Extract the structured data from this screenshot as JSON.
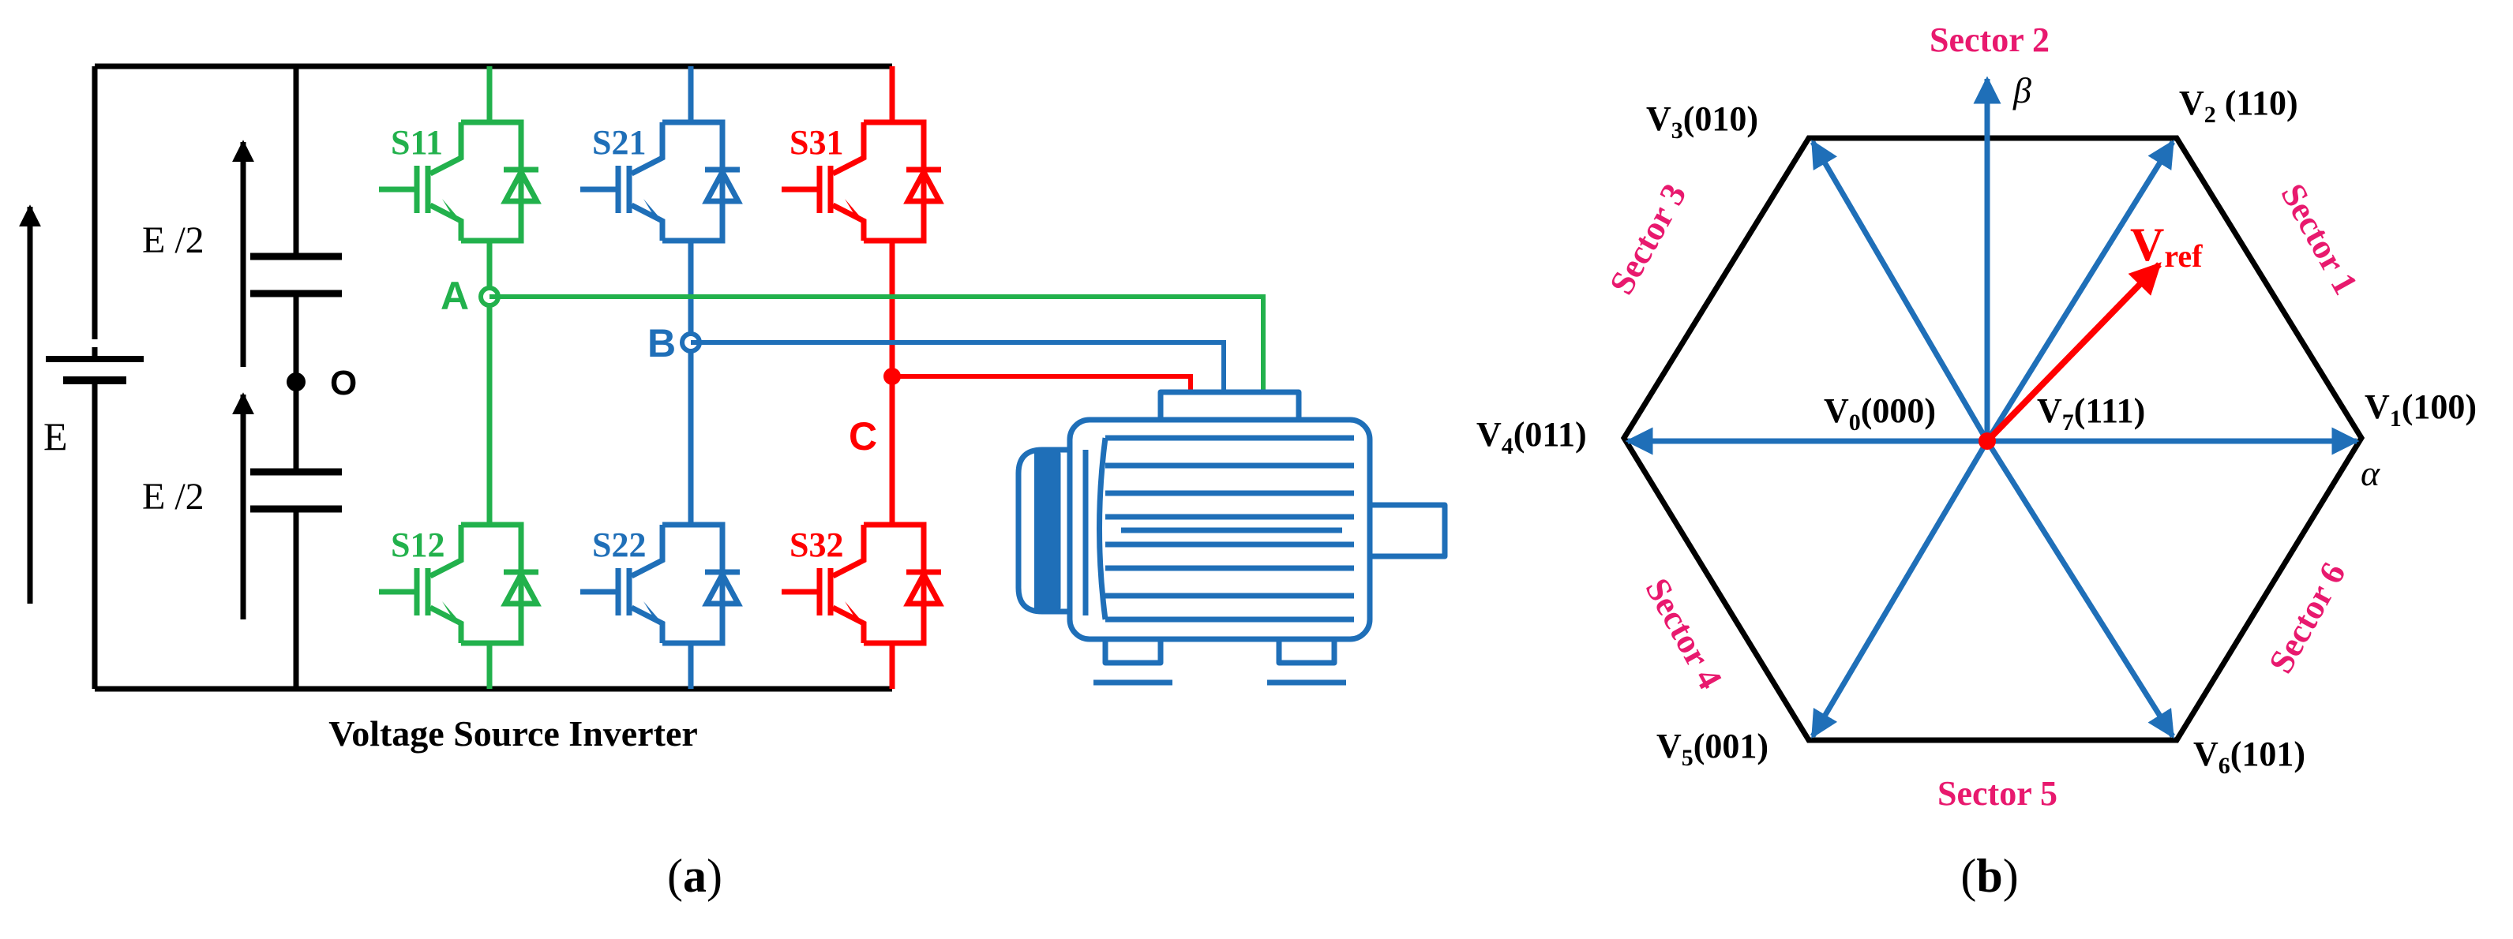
{
  "colors": {
    "black": "#000000",
    "green": "#22b14c",
    "blue": "#1f6fb8",
    "red": "#ff0000",
    "pink": "#e8196e",
    "motor": "#1f6fb8"
  },
  "panel_a": {
    "caption_open": "(",
    "caption_letter": "a",
    "caption_close": ")",
    "title": "Voltage Source Inverter",
    "source_label": "E",
    "half_top": "E /2",
    "half_bottom": "E /2",
    "midpoint_label": "O",
    "switches": {
      "s11": "S11",
      "s21": "S21",
      "s31": "S31",
      "s12": "S12",
      "s22": "S22",
      "s32": "S32"
    },
    "nodes": {
      "a": "A",
      "b": "B",
      "c": "C"
    }
  },
  "panel_b": {
    "caption_open": "(",
    "caption_letter": "b",
    "caption_close": ")",
    "axis_alpha": "α",
    "axis_beta": "β",
    "vref": {
      "main": "V",
      "sub": "ref"
    },
    "vectors": {
      "v0": {
        "v": "V",
        "sub": "0",
        "code": "(000)"
      },
      "v1": {
        "v": "V",
        "sub": "1",
        "code": "(100)"
      },
      "v2": {
        "v": "V",
        "sub": "2",
        "code": " (110)"
      },
      "v3": {
        "v": "V",
        "sub": "3",
        "code": "(010)"
      },
      "v4": {
        "v": "V",
        "sub": "4",
        "code": "(011)"
      },
      "v5": {
        "v": "V",
        "sub": "5",
        "code": "(001)"
      },
      "v6": {
        "v": "V",
        "sub": "6",
        "code": "(101)"
      },
      "v7": {
        "v": "V",
        "sub": "7",
        "code": "(111)"
      }
    },
    "sectors": {
      "s1": "Sector 1",
      "s2": "Sector 2",
      "s3": "Sector 3",
      "s4": "Sector 4",
      "s5": "Sector 5",
      "s6": "Sector 6"
    }
  }
}
